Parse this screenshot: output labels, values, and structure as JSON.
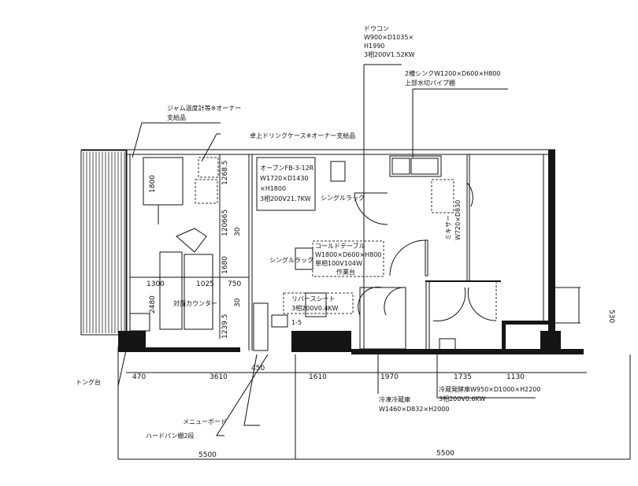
{
  "labels": {
    "dough_con": [
      "ドウコン",
      "W900×D1035×",
      "H1990",
      "3相200V1.52KW"
    ],
    "sink": [
      "2槽シンクW1200×D600×H800",
      "上部水切パイプ棚"
    ],
    "jam": [
      "ジャム温度計等※オーナー",
      "支給品"
    ],
    "drink_case": "卓上ドリンクケース※オーナー支給品",
    "oven": [
      "オーブンFB-3-12R",
      "W1720×D1430",
      "×H1800",
      "3相200V21.7KW"
    ],
    "single_rack_1": "シングルラック",
    "single_rack_2": "シングルラック",
    "cold_table": [
      "コールドテーブル",
      "W1800×D600×H800",
      "単相100V104W",
      "作業台"
    ],
    "reverse_sheet": [
      "リバースシート",
      "3相200V0.4KW"
    ],
    "hand_sink": "1-5",
    "mixer": [
      "ミキサー",
      "W720×D830"
    ],
    "counter": "対面カウンター",
    "tong": "トング台",
    "menu_board": "メニューボード",
    "hard_bread_shelf": "ハードパン棚2段",
    "freezer": [
      "冷凍冷蔵庫",
      "W1460×D832×H2000"
    ],
    "proofer": [
      "冷蔵発酵庫W950×D1000×H2200",
      "3相200V0.6KW"
    ]
  },
  "dimensions": {
    "d1800": "1800",
    "d1268": "1268.5",
    "d120": "120",
    "d665": "665",
    "d30a": "30",
    "d1680": "1680",
    "d1300": "1300",
    "d1025": "1025",
    "d750": "750",
    "d2480": "2480",
    "d30b": "30",
    "d1239": "1239.5",
    "d530": "530",
    "d470": "470",
    "d3610": "3610",
    "d450": "450",
    "d1610": "1610",
    "d1970": "1970",
    "d1735": "1735",
    "d1130": "1130",
    "total_left": "5500",
    "total_right": "5500"
  }
}
